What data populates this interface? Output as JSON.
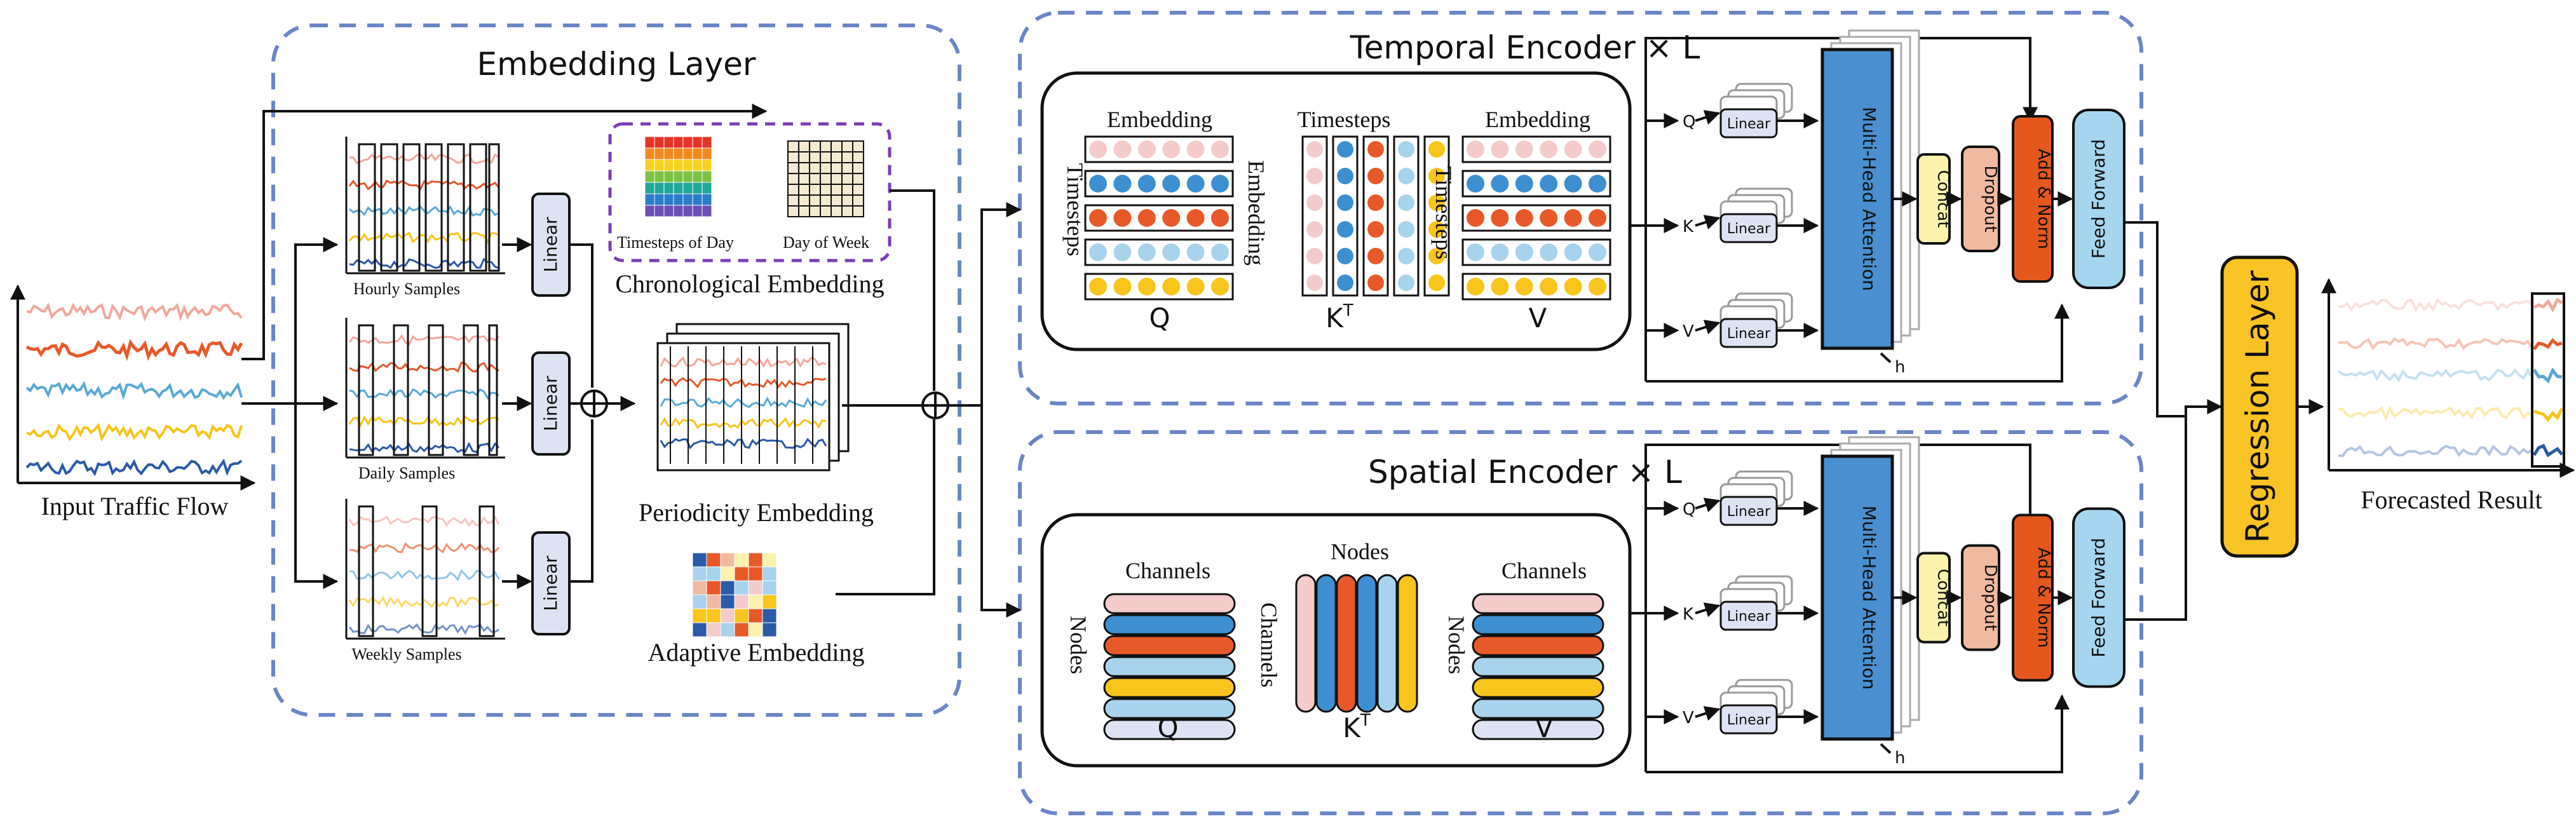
{
  "input_label": "Input Traffic Flow",
  "embedding": {
    "title": "Embedding Layer",
    "hourly_label": "Hourly Samples",
    "daily_label": "Daily Samples",
    "weekly_label": "Weekly Samples",
    "linear_label": "Linear",
    "tod_label": "Timesteps of Day",
    "dow_label": "Day of Week",
    "chrono_label": "Chronological Embedding",
    "period_label": "Periodicity Embedding",
    "adaptive_label": "Adaptive Embedding"
  },
  "temporal": {
    "title": "Temporal Encoder × L",
    "q_top": "Embedding",
    "q_side": "Timesteps",
    "q_name": "Q",
    "k_top": "Timesteps",
    "k_side": "Embedding",
    "k_name": "K",
    "k_sup": "T",
    "v_top": "Embedding",
    "v_side": "Timesteps",
    "v_name": "V"
  },
  "spatial": {
    "title": "Spatial Encoder × L",
    "q_top": "Channels",
    "q_side": "Nodes",
    "q_name": "Q",
    "k_top": "Nodes",
    "k_side": "Channels",
    "k_name": "K",
    "k_sup": "T",
    "v_top": "Channels",
    "v_side": "Nodes",
    "v_name": "V"
  },
  "attention": {
    "q": "Q",
    "k": "K",
    "v": "V",
    "linear": "Linear",
    "mha": "Multi-Head Attention",
    "h": "h",
    "concat": "Concat",
    "dropout": "Dropout",
    "addnorm": "Add & Norm",
    "ff": "Feed Forward"
  },
  "regression_label": "Regression Layer",
  "output_label": "Forecasted Result",
  "colors": {
    "dashed": "#6b86c8",
    "pink": "#f4cbcb",
    "blue": "#3d8fd1",
    "orange": "#e8592a",
    "lightblue": "#a9d3ec",
    "yellow": "#f7c51c",
    "darkblue": "#2b5aa8",
    "mha": "#4a8fcf",
    "concat": "#fbf2ad",
    "dropout": "#f0b9a1",
    "addnorm": "#e4581d",
    "ff": "#a6d6ef",
    "regression": "#f8c324",
    "linear": "#dde3f3"
  }
}
